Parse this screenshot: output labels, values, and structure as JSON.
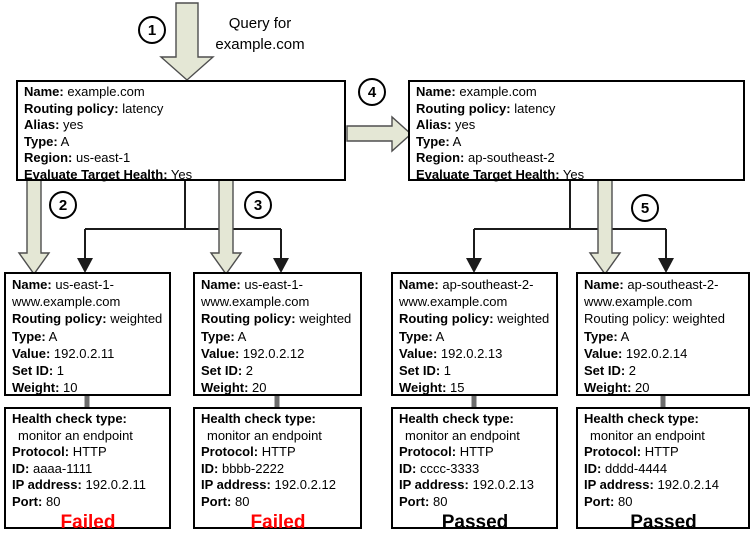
{
  "colors": {
    "arrow_fill": "#e4e7d5",
    "arrow_stroke": "#4e4e4e",
    "connector": "#1b1b1b",
    "stub": "#6d6d6d",
    "failed": "#ff0000",
    "passed": "#000000"
  },
  "steps": [
    "1",
    "2",
    "3",
    "4",
    "5"
  ],
  "query": {
    "label": "Query for\nexample.com"
  },
  "latency_records": [
    {
      "fields": [
        {
          "label": "Name:",
          "value": "example.com"
        },
        {
          "label": "Routing policy:",
          "value": "latency"
        },
        {
          "label": "Alias:",
          "value": "yes"
        },
        {
          "label": "Type:",
          "value": "A"
        },
        {
          "label": "Region:",
          "value": "us-east-1"
        },
        {
          "label": "Evaluate Target Health:",
          "value": "Yes"
        }
      ]
    },
    {
      "fields": [
        {
          "label": "Name:",
          "value": "example.com"
        },
        {
          "label": "Routing policy:",
          "value": "latency"
        },
        {
          "label": "Alias:",
          "value": "yes"
        },
        {
          "label": "Type:",
          "value": "A"
        },
        {
          "label": "Region:",
          "value": "ap-southeast-2"
        },
        {
          "label": "Evaluate Target Health:",
          "value": "Yes"
        }
      ]
    }
  ],
  "weighted_records": [
    {
      "fields": [
        {
          "label": "Name:",
          "value": "us-east-1-www.example.com"
        },
        {
          "label": "Routing policy:",
          "value": "weighted"
        },
        {
          "label": "Type:",
          "value": "A"
        },
        {
          "label": "Value:",
          "value": "192.0.2.11"
        },
        {
          "label": "Set ID:",
          "value": "1"
        },
        {
          "label": "Weight:",
          "value": "10"
        }
      ]
    },
    {
      "fields": [
        {
          "label": "Name:",
          "value": "us-east-1-www.example.com"
        },
        {
          "label": "Routing policy:",
          "value": "weighted"
        },
        {
          "label": "Type:",
          "value": "A"
        },
        {
          "label": "Value:",
          "value": "192.0.2.12"
        },
        {
          "label": "Set ID:",
          "value": "2"
        },
        {
          "label": "Weight:",
          "value": "20"
        }
      ]
    },
    {
      "fields": [
        {
          "label": "Name:",
          "value": "ap-southeast-2-www.example.com"
        },
        {
          "label": "Routing policy:",
          "value": "weighted"
        },
        {
          "label": "Type:",
          "value": "A"
        },
        {
          "label": "Value:",
          "value": "192.0.2.13"
        },
        {
          "label": "Set ID:",
          "value": "1"
        },
        {
          "label": "Weight:",
          "value": "15"
        }
      ]
    },
    {
      "fields": [
        {
          "label": "Name:",
          "value": "ap-southeast-2-www.example.com"
        },
        {
          "label": "Routing policy:",
          "value": "weighted"
        },
        {
          "label": "Type:",
          "value": "A"
        },
        {
          "label": "Value:",
          "value": "192.0.2.14"
        },
        {
          "label": "Set ID:",
          "value": "2"
        },
        {
          "label": "Weight:",
          "value": "20"
        }
      ]
    }
  ],
  "health_checks": [
    {
      "type_label": "Health check type:",
      "type_value": "monitor an endpoint",
      "fields": [
        {
          "label": "Protocol:",
          "value": "HTTP"
        },
        {
          "label": "ID:",
          "value": "aaaa-1111"
        },
        {
          "label": "IP address:",
          "value": "192.0.2.11"
        },
        {
          "label": "Port:",
          "value": "80"
        }
      ],
      "status": "Failed",
      "status_color": "#ff0000"
    },
    {
      "type_label": "Health check type:",
      "type_value": "monitor an endpoint",
      "fields": [
        {
          "label": "Protocol:",
          "value": "HTTP"
        },
        {
          "label": "ID:",
          "value": "bbbb-2222"
        },
        {
          "label": "IP address:",
          "value": "192.0.2.12"
        },
        {
          "label": "Port:",
          "value": "80"
        }
      ],
      "status": "Failed",
      "status_color": "#ff0000"
    },
    {
      "type_label": "Health check type:",
      "type_value": "monitor an endpoint",
      "fields": [
        {
          "label": "Protocol:",
          "value": "HTTP"
        },
        {
          "label": "ID:",
          "value": "cccc-3333"
        },
        {
          "label": "IP address:",
          "value": "192.0.2.13"
        },
        {
          "label": "Port:",
          "value": "80"
        }
      ],
      "status": "Passed",
      "status_color": "#000000"
    },
    {
      "type_label": "Health check type:",
      "type_value": "monitor an endpoint",
      "fields": [
        {
          "label": "Protocol:",
          "value": "HTTP"
        },
        {
          "label": "ID:",
          "value": "dddd-4444"
        },
        {
          "label": "IP address:",
          "value": "192.0.2.14"
        },
        {
          "label": "Port:",
          "value": "80"
        }
      ],
      "status": "Passed",
      "status_color": "#000000"
    }
  ]
}
